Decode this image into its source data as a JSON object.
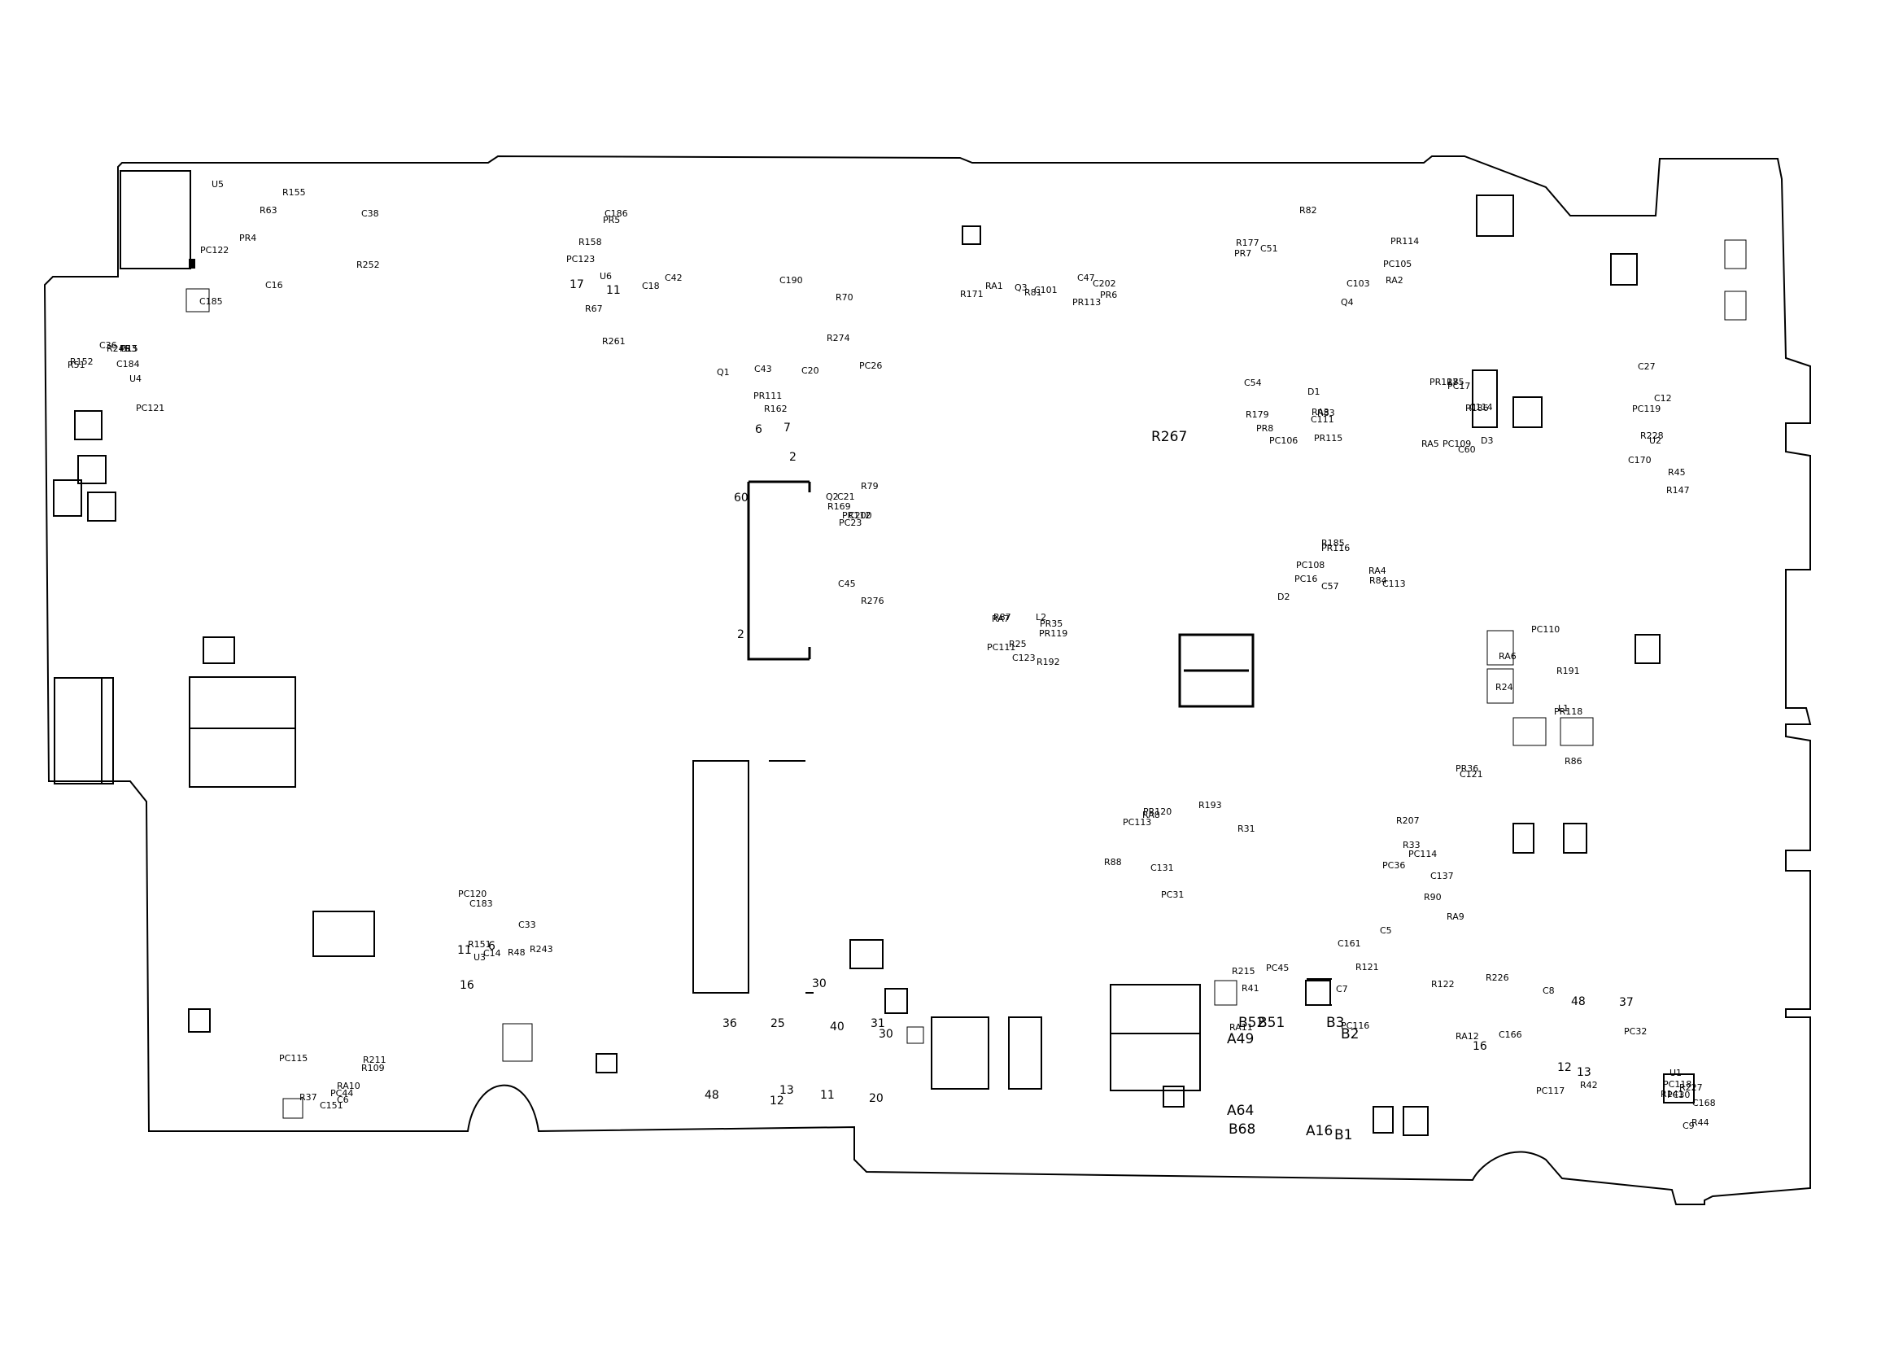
{
  "colors": {
    "ink": "#000000",
    "background": "#ffffff"
  },
  "labels": [
    "PR3",
    "PR4",
    "PR5",
    "PC26",
    "PC23",
    "PR6",
    "PR7",
    "PR8",
    "PC16",
    "PC17",
    "PR36",
    "PR35",
    "PC31",
    "PC36",
    "PC44",
    "PC45",
    "PC32",
    "PC30",
    "C27",
    "C33",
    "C36",
    "C38",
    "C42",
    "C43",
    "C45",
    "C47",
    "C51",
    "C54",
    "C57",
    "C60",
    "R24",
    "R25",
    "R31",
    "R33",
    "R37",
    "R41",
    "R42",
    "R44",
    "R45",
    "R48",
    "R51",
    "R63",
    "R67",
    "R70",
    "R79",
    "R81",
    "R82",
    "R83",
    "R84",
    "R85",
    "R86",
    "R87",
    "R88",
    "R90",
    "R109",
    "R121",
    "R122",
    "R141",
    "R147",
    "R151",
    "R152",
    "R155",
    "R158",
    "R162",
    "R169",
    "R171",
    "R177",
    "R179",
    "R185",
    "R186",
    "R191",
    "R192",
    "R193",
    "R207",
    "R211",
    "R215",
    "R226",
    "R227",
    "R228",
    "R243",
    "R246",
    "R252",
    "R261",
    "R274",
    "R276",
    "C101",
    "C103",
    "C111",
    "C113",
    "C114",
    "C121",
    "C123",
    "C131",
    "C137",
    "C151",
    "C161",
    "C166",
    "C168",
    "C170",
    "C183",
    "C184",
    "C185",
    "C186",
    "C190",
    "C200",
    "C202",
    "PC105",
    "PC106",
    "PC108",
    "PC109",
    "PC110",
    "PC111",
    "PC113",
    "PC114",
    "PC115",
    "PC116",
    "PC117",
    "PC118",
    "PC119",
    "PC120",
    "PC121",
    "PC122",
    "PC123",
    "PR111",
    "PR112",
    "PR113",
    "PR114",
    "PR115",
    "PR116",
    "PR117",
    "PR118",
    "PR119",
    "PR120",
    "C5",
    "C6",
    "C7",
    "C8",
    "C9",
    "C12",
    "C14",
    "C15",
    "C16",
    "C18",
    "C20",
    "C21",
    "RA1",
    "RA2",
    "RA3",
    "RA4",
    "RA5",
    "RA6",
    "RA7",
    "RA8",
    "RA9",
    "RA10",
    "RA11",
    "RA12",
    "U1",
    "U2",
    "U3",
    "U4",
    "U5",
    "U6",
    "Q1",
    "Q2",
    "Q3",
    "Q4",
    "D1",
    "D2",
    "D3",
    "L1",
    "L2"
  ],
  "pin_numbers": [
    "60",
    "2",
    "6",
    "7",
    "2",
    "17",
    "11",
    "30",
    "36",
    "25",
    "40",
    "31",
    "30",
    "20",
    "48",
    "13",
    "12",
    "11",
    "16",
    "6",
    "11",
    "48",
    "37",
    "12",
    "13",
    "16"
  ],
  "ball_labels": [
    "A49",
    "B52",
    "B51",
    "A64",
    "A16",
    "B68",
    "B1",
    "B3",
    "B2",
    "R267"
  ]
}
